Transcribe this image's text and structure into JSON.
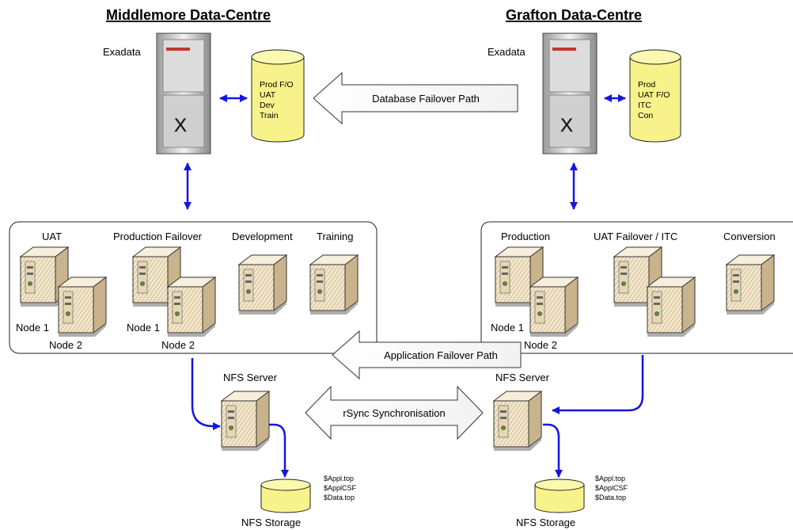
{
  "left_site": {
    "title": "Middlemore Data-Centre",
    "exadata_label": "Exadata",
    "db_list": [
      "Prod F/O",
      "UAT",
      "Dev",
      "Train"
    ],
    "groups": [
      "UAT",
      "Production Failover",
      "Development",
      "Training"
    ],
    "node1": "Node 1",
    "node2": "Node 2",
    "nfs_server": "NFS Server",
    "nfs_storage": "NFS Storage",
    "storage_paths": [
      "$Appl.top",
      "$ApplCSF",
      "$Data.top"
    ]
  },
  "right_site": {
    "title": "Grafton Data-Centre",
    "exadata_label": "Exadata",
    "db_list": [
      "Prod",
      "UAT F/O",
      "ITC",
      "Con"
    ],
    "groups": [
      "Production",
      "UAT Failover / ITC",
      "Conversion"
    ],
    "node1": "Node 1",
    "node2": "Node 2",
    "nfs_server": "NFS Server",
    "nfs_storage": "NFS Storage",
    "storage_paths": [
      "$Appl.top",
      "$ApplCSF",
      "$Data.top"
    ]
  },
  "paths": {
    "database_failover": "Database Failover Path",
    "application_failover": "Application Failover Path",
    "rsync": "rSync Synchronisation"
  },
  "rack_mark": "X",
  "colors": {
    "arrow_blue": "#1515e0",
    "cylinder_yellow": "#f7f38a",
    "server_tan": "#e8d6b2"
  }
}
